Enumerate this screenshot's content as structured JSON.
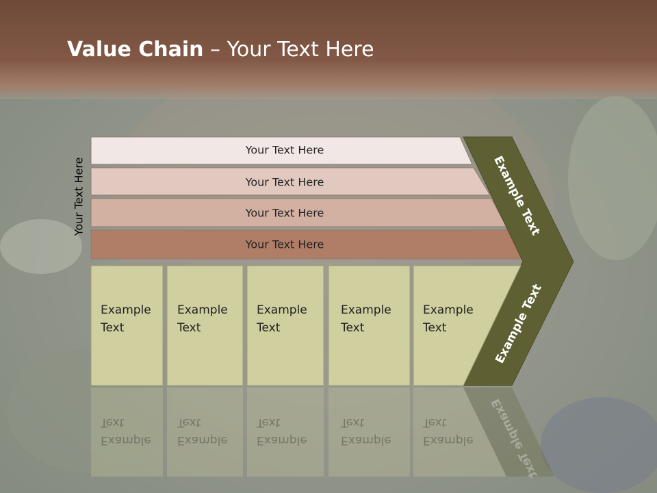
{
  "slide": {
    "title_bold": "Value Chain",
    "title_rest": " – Your Text Here",
    "side_label": "Your Text Here",
    "rows": [
      {
        "label": "Your Text Here",
        "color": "#f1e8e6"
      },
      {
        "label": "Your Text Here",
        "color": "#e2c9c0"
      },
      {
        "label": "Your Text Here",
        "color": "#d2b0a2"
      },
      {
        "label": "Your Text Here",
        "color": "#b07d66"
      }
    ],
    "boxes": [
      {
        "line1": "Example",
        "line2": "Text"
      },
      {
        "line1": "Example",
        "line2": "Text"
      },
      {
        "line1": "Example",
        "line2": "Text"
      },
      {
        "line1": "Example",
        "line2": "Text"
      },
      {
        "line1": "Example",
        "line2": "Text"
      }
    ],
    "chevron_top": "Example Text",
    "chevron_bottom": "Example Text",
    "colors": {
      "title_bar": "#7d5544",
      "box_fill": "#cfcf9f",
      "chevron": "#5e6034"
    }
  }
}
